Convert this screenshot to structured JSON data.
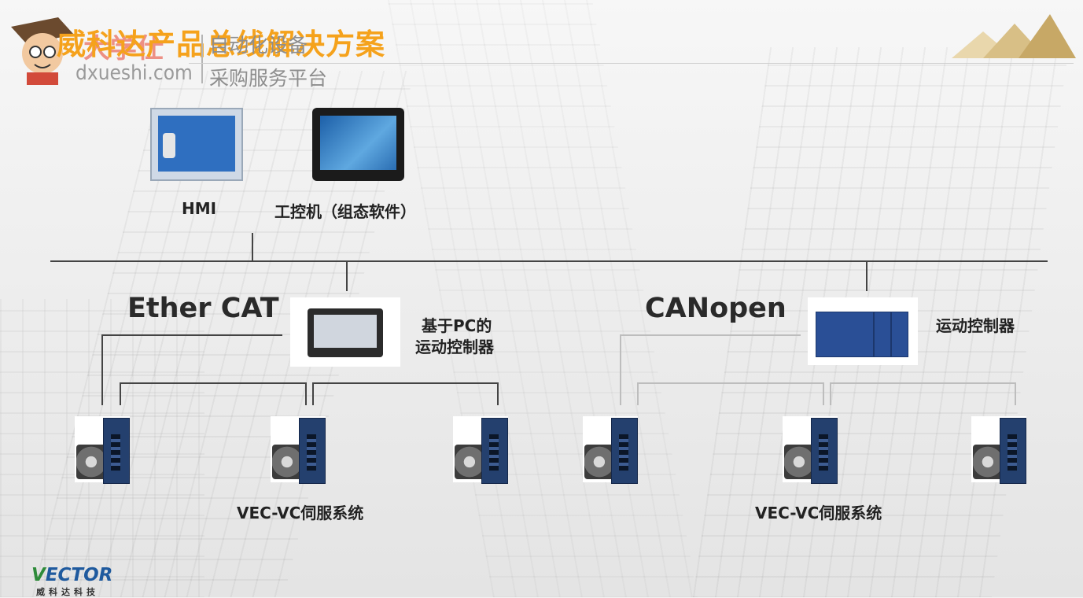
{
  "header": {
    "title": "威科达产品总线解决方案",
    "watermark_cn": "大学仕",
    "watermark_url": "dxueshi.com",
    "watermark_tag1": "自动化设备",
    "watermark_tag2": "采购服务平台"
  },
  "top_devices": {
    "hmi_label": "HMI",
    "ipc_label": "工控机（组态软件）"
  },
  "ethercat": {
    "protocol": "Ether CAT",
    "controller_label_line1": "基于PC的",
    "controller_label_line2": "运动控制器",
    "servo_group_label": "VEC-VC伺服系统"
  },
  "canopen": {
    "protocol": "CANopen",
    "controller_label": "运动控制器",
    "servo_group_label": "VEC-VC伺服系统"
  },
  "footer": {
    "brand": "VECTOR",
    "brand_initial": "V",
    "brand_rest": "ECTOR",
    "brand_sub": "威科达科技"
  },
  "colors": {
    "title": "#f5a21c",
    "line_dark": "#444444",
    "line_light": "#bdbdbd",
    "servo_drive": "#24406e"
  }
}
